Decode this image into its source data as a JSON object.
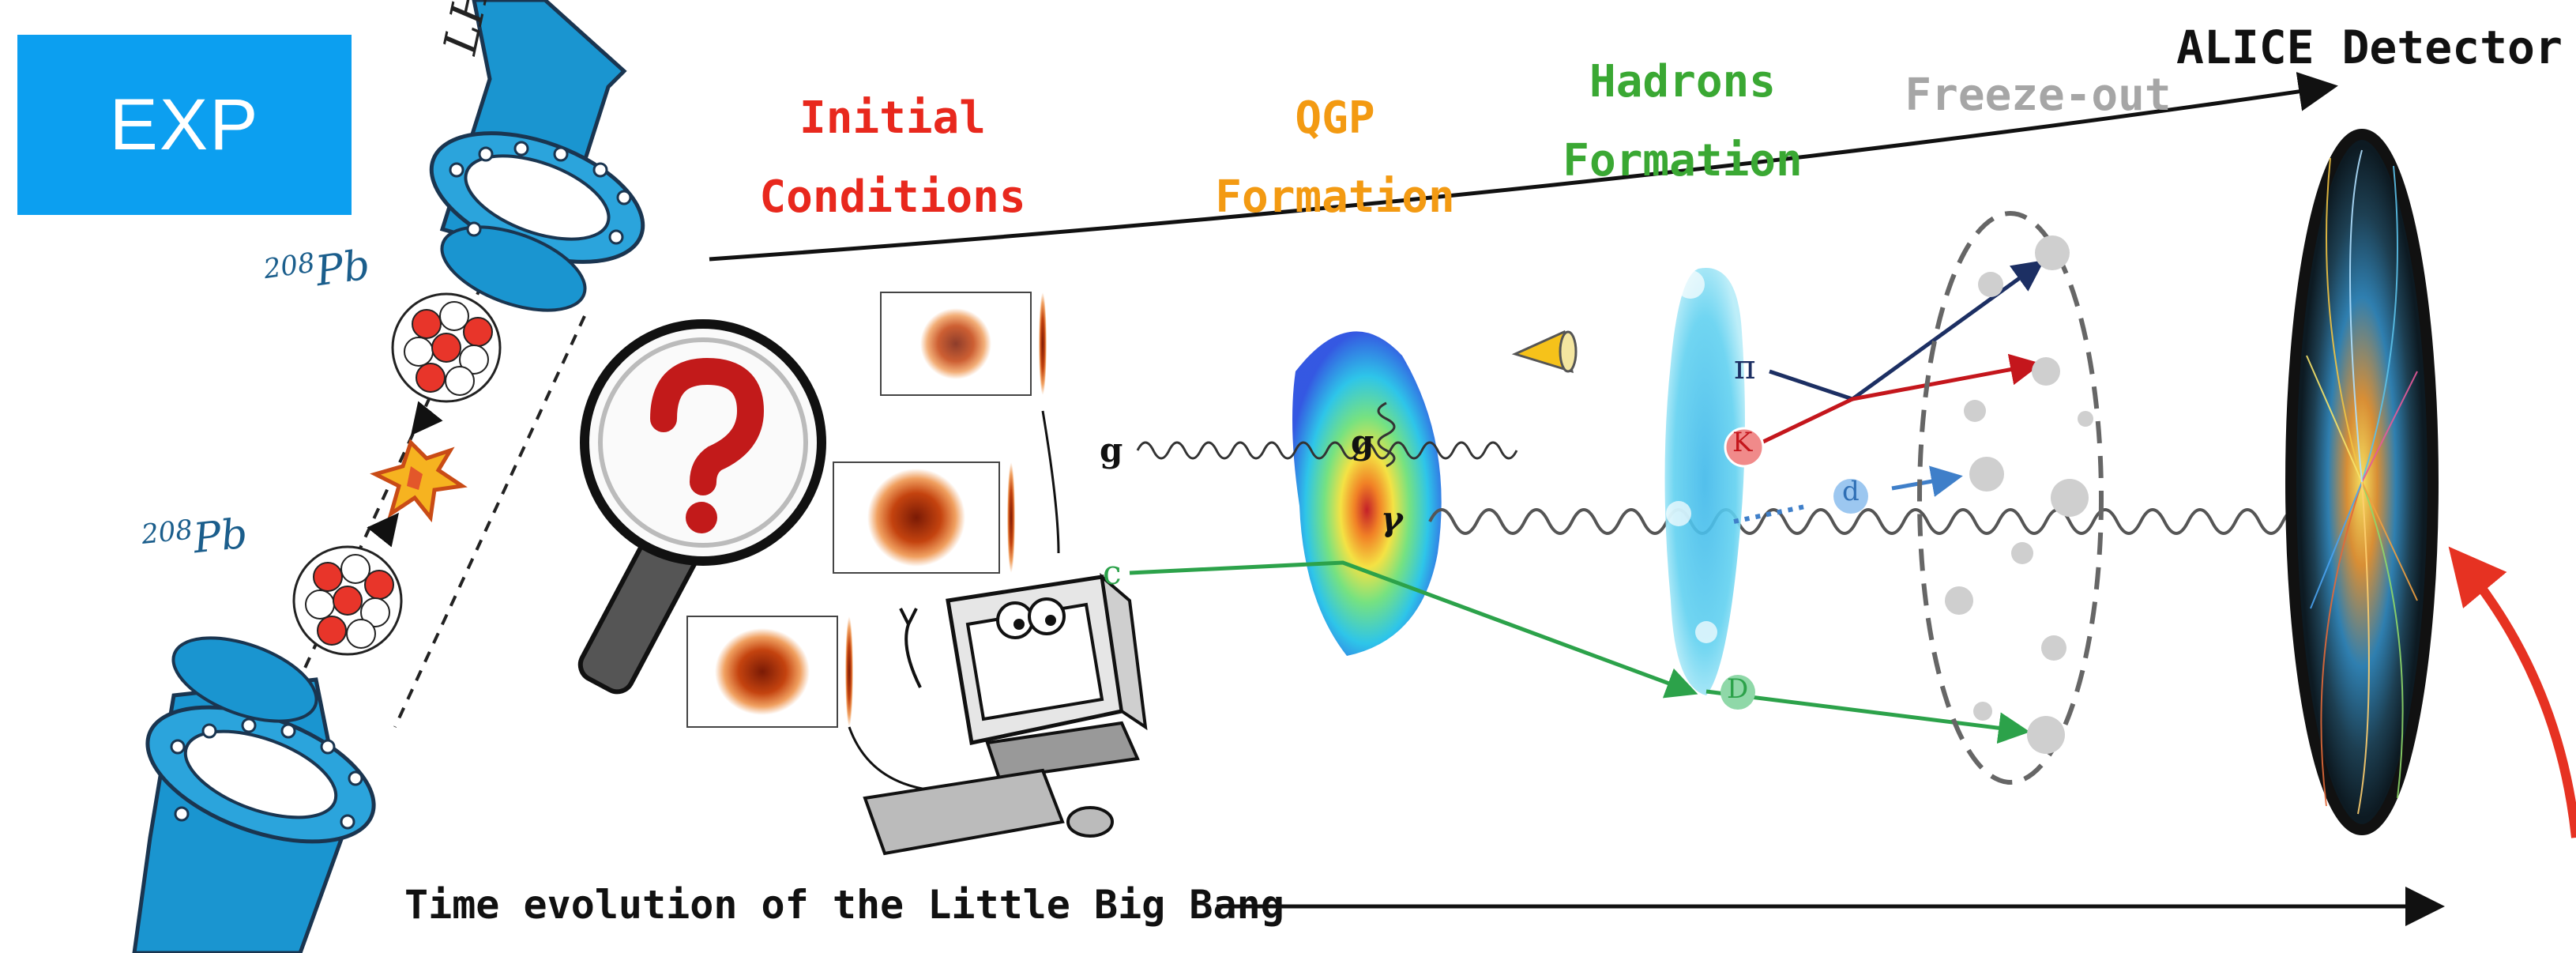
{
  "badge": {
    "label": "EXP"
  },
  "accelerator": {
    "name": "LHC",
    "beam_labels": [
      {
        "mass": "208",
        "symbol": "Pb"
      },
      {
        "mass": "208",
        "symbol": "Pb"
      }
    ]
  },
  "stages": {
    "initial_line1": "Initial",
    "initial_line2": "Conditions",
    "qgp_line1": "QGP",
    "qgp_line2": "Formation",
    "hadrons_line1": "Hadrons",
    "hadrons_line2": "Formation",
    "freeze": "Freeze-out",
    "detector": "ALICE Detector"
  },
  "timeline": {
    "label": "Time evolution of the Little Big Bang"
  },
  "particles": {
    "gluon": "g",
    "charm": "c",
    "gluon_inner": "g",
    "photon": "γ",
    "pion": "π",
    "kaon": "K",
    "deuteron": "d",
    "d_meson": "D"
  },
  "colors": {
    "badge": "#0c9ff0",
    "initial": "#e8281d",
    "qgp": "#f39a12",
    "hadrons": "#3aa833",
    "freeze": "#a6a6a6",
    "beampipe": "#1a95d0",
    "arrow_red": "#e63222"
  }
}
